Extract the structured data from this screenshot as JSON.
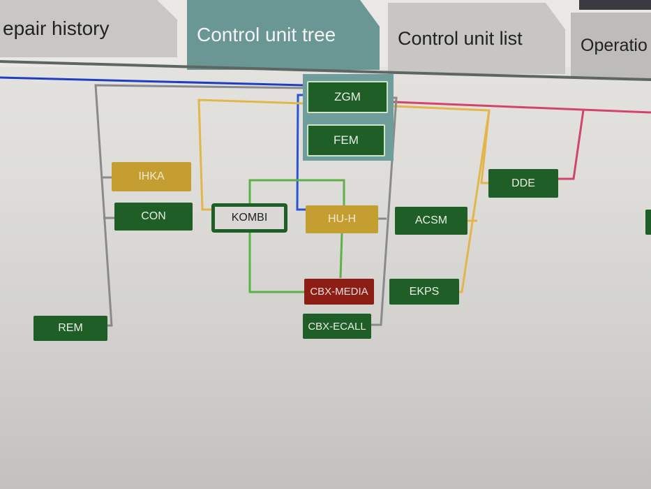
{
  "tabs": [
    {
      "label": "epair history",
      "active": false
    },
    {
      "label": "Control unit tree",
      "active": true
    },
    {
      "label": "Control unit list",
      "active": false
    },
    {
      "label": "Operatio",
      "active": false
    }
  ],
  "control_units": {
    "zgm": "ZGM",
    "fem": "FEM",
    "ihka": "IHKA",
    "con": "CON",
    "kombi": "KOMBI",
    "huh": "HU-H",
    "acsm": "ACSM",
    "dde": "DDE",
    "cbx_media": "CBX-MEDIA",
    "ekps": "EKPS",
    "cbx_ecall": "CBX-ECALL",
    "rem": "REM"
  },
  "colors": {
    "ok": "#1f5e27",
    "warning": "#c59e32",
    "error": "#8d1e16",
    "gateway": "#6f9d9b",
    "active_tab": "#6a9694"
  }
}
